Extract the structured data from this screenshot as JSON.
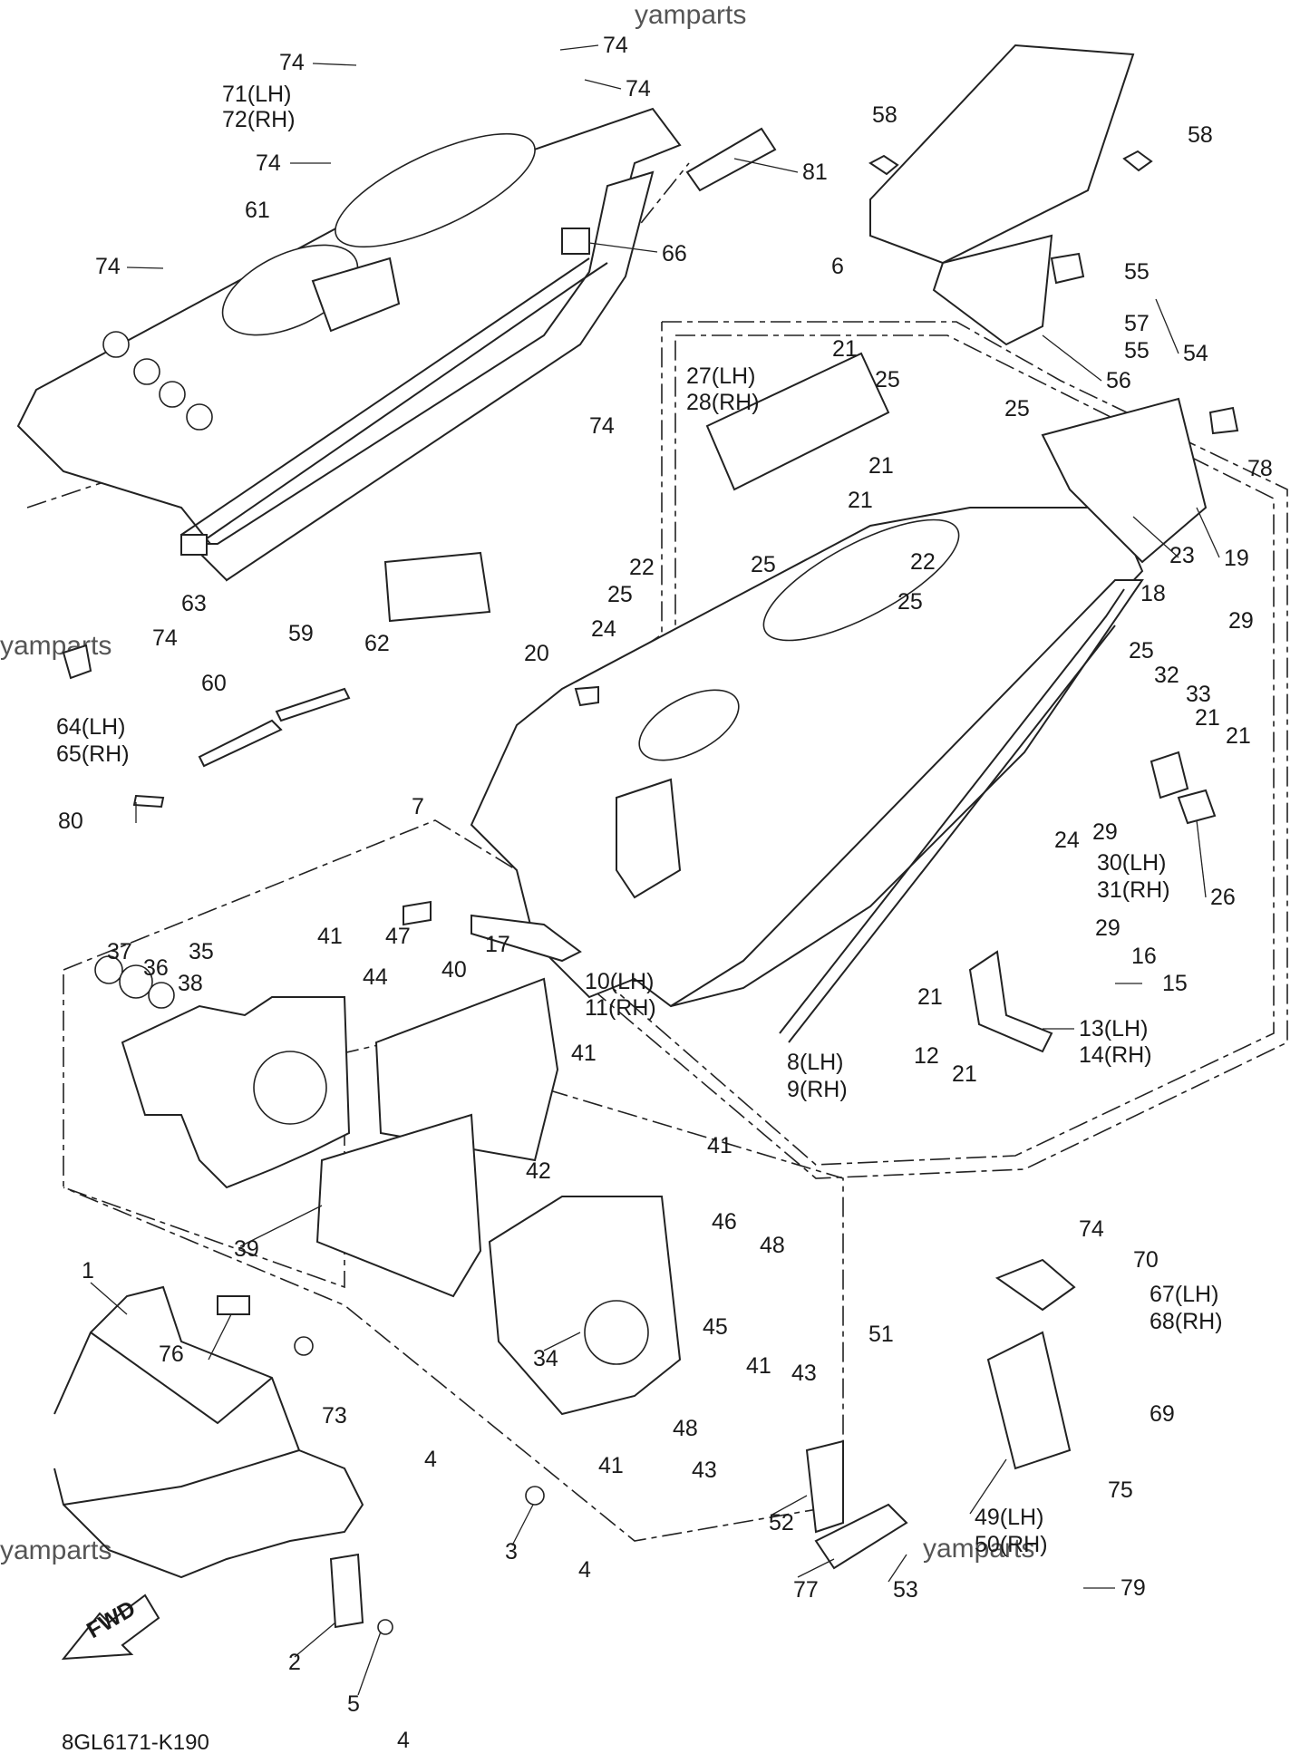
{
  "diagram_code": "8GL6171-K190",
  "watermarks": [
    "yamparts",
    "yamparts",
    "yamparts",
    "yamparts",
    "yamparts",
    "yamparts"
  ],
  "fwd_label": "FWD",
  "callouts": {
    "c74a": "74",
    "c74b": "74",
    "c74c": "74",
    "c74d": "74",
    "c74e": "74",
    "c74f": "74",
    "c74g": "74",
    "c74h": "74",
    "c71": "71(LH)",
    "c72": "72(RH)",
    "c81": "81",
    "c61": "61",
    "c66": "66",
    "c63": "63",
    "c58a": "58",
    "c58b": "58",
    "c55a": "55",
    "c55b": "55",
    "c57": "57",
    "c54": "54",
    "c56": "56",
    "c6": "6",
    "c7": "7",
    "c21a": "21",
    "c21b": "21",
    "c21c": "21",
    "c21d": "21",
    "c21e": "21",
    "c21f": "21",
    "c21g": "21",
    "c27": "27(LH)",
    "c28": "28(RH)",
    "c25a": "25",
    "c25b": "25",
    "c25c": "25",
    "c25d": "25",
    "c25e": "25",
    "c25f": "25",
    "c78": "78",
    "c19": "19",
    "c23": "23",
    "c18": "18",
    "c22a": "22",
    "c22b": "22",
    "c24a": "24",
    "c24b": "24",
    "c29a": "29",
    "c29b": "29",
    "c29c": "29",
    "c32": "32",
    "c33": "33",
    "c30": "30(LH)",
    "c31": "31(RH)",
    "c26": "26",
    "c62": "62",
    "c59": "59",
    "c60": "60",
    "c20": "20",
    "c64": "64(LH)",
    "c65": "65(RH)",
    "c80": "80",
    "c17": "17",
    "c10": "10(LH)",
    "c11": "11(RH)",
    "c16": "16",
    "c15": "15",
    "c13": "13(LH)",
    "c14": "14(RH)",
    "c8": "8(LH)",
    "c9": "9(RH)",
    "c12": "12",
    "c37": "37",
    "c36": "36",
    "c35": "35",
    "c38": "38",
    "c41a": "41",
    "c41b": "41",
    "c41c": "41",
    "c41d": "41",
    "c41e": "41",
    "c47": "47",
    "c44": "44",
    "c40": "40",
    "c42": "42",
    "c39": "39",
    "c46": "46",
    "c48a": "48",
    "c48b": "48",
    "c45": "45",
    "c43a": "43",
    "c43b": "43",
    "c34": "34",
    "c51": "51",
    "c70": "70",
    "c67": "67(LH)",
    "c68": "68(RH)",
    "c69": "69",
    "c75": "75",
    "c49": "49(LH)",
    "c50": "50(RH)",
    "c79": "79",
    "c52": "52",
    "c53": "53",
    "c77": "77",
    "c76": "76",
    "c1": "1",
    "c73": "73",
    "c4a": "4",
    "c4b": "4",
    "c4c": "4",
    "c3": "3",
    "c2": "2",
    "c5": "5"
  }
}
